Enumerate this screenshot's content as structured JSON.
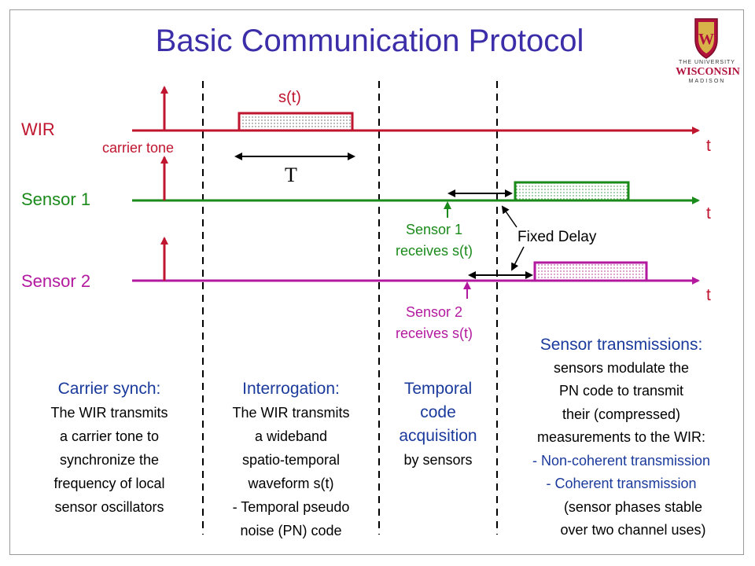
{
  "title": "Basic Communication Protocol",
  "logo": {
    "line1": "THE UNIVERSITY",
    "line2": "WISCONSIN",
    "line3": "MADISON",
    "crest_letter": "W"
  },
  "lanes": {
    "wir": "WIR",
    "sensor1": "Sensor 1",
    "sensor2": "Sensor 2"
  },
  "time_label": "t",
  "carrier_tone_label": "carrier tone",
  "signal_label": "s(t)",
  "duration_label": "T",
  "fixed_delay_label": "Fixed Delay",
  "sensor1_receives": [
    "Sensor 1",
    "receives s(t)"
  ],
  "sensor2_receives": [
    "Sensor 2",
    "receives s(t)"
  ],
  "columns": {
    "carrier": {
      "heading": "Carrier synch:",
      "lines": [
        "The WIR transmits",
        "a carrier tone to",
        "synchronize the",
        "frequency of local",
        "sensor oscillators"
      ]
    },
    "interrogation": {
      "heading": "Interrogation:",
      "lines": [
        "The WIR transmits",
        "a wideband",
        "spatio-temporal",
        "waveform s(t)",
        "- Temporal pseudo",
        "noise (PN) code"
      ]
    },
    "temporal": {
      "heading_lines": [
        "Temporal",
        "code",
        "acquisition"
      ],
      "lines": [
        "by sensors"
      ]
    },
    "transmissions": {
      "heading": "Sensor transmissions:",
      "lines": [
        "sensors modulate the",
        "PN code to transmit",
        "their (compressed)",
        "measurements to the WIR:"
      ],
      "blue_lines": [
        "- Non-coherent transmission",
        "- Coherent transmission"
      ],
      "tail_lines": [
        "(sensor phases stable",
        "over two channel uses)"
      ]
    }
  },
  "colors": {
    "title": "#3b2ea8",
    "wir": "#c0152f",
    "sensor1": "#1a8a1a",
    "sensor2": "#b3199f",
    "heading_blue": "#1a3a9c",
    "logo_red": "#b0123c"
  }
}
